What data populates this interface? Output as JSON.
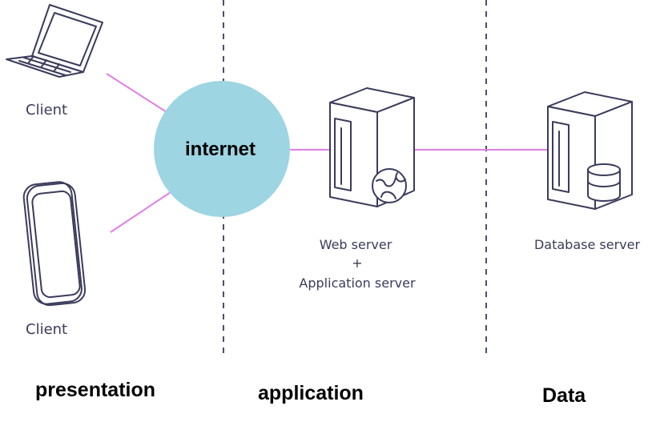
{
  "hub": {
    "label": "internet",
    "fill_color": "#9dd5e2"
  },
  "nodes": {
    "laptop_client": {
      "label": "Client",
      "icon": "laptop-icon"
    },
    "mobile_client": {
      "label": "Client",
      "icon": "smartphone-icon"
    },
    "web_server": {
      "label_line1": "Web server",
      "label_line2": "+",
      "label_line3": "Application server",
      "icon": "server-globe-icon"
    },
    "database_server": {
      "label": "Database server",
      "icon": "server-database-icon"
    }
  },
  "tiers": {
    "presentation": "presentation",
    "application": "application",
    "data": "Data"
  },
  "colors": {
    "connector": "#e27ee6",
    "divider": "#4a4e6e",
    "outline": "#3b3b5c"
  }
}
